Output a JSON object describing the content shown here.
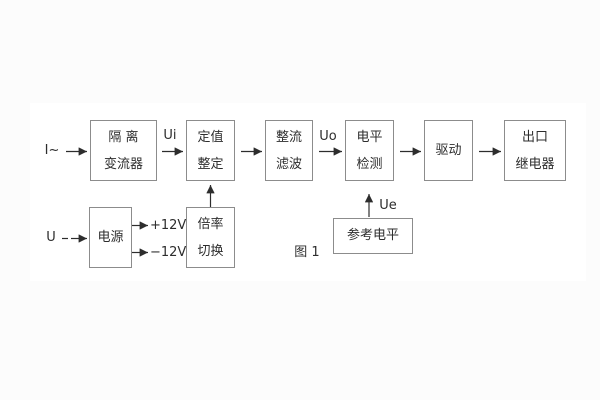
{
  "figure": {
    "caption": "图 1",
    "background": "#fcfcfc",
    "canvas_bg": "#ffffff",
    "line_color": "#333333",
    "border_color": "#8c8c8c"
  },
  "inputs": {
    "current": "I~",
    "voltage": "U"
  },
  "signals": {
    "ui": "Ui",
    "uo": "Uo",
    "ue": "Ue",
    "plus12": "+12V",
    "minus12": "−12V"
  },
  "blocks": {
    "isolation_transformer": {
      "line1": "隔 离",
      "line2": "变流器"
    },
    "setpoint": {
      "line1": "定值",
      "line2": "整定"
    },
    "rectifier_filter": {
      "line1": "整流",
      "line2": "滤波"
    },
    "level_detector": {
      "line1": "电平",
      "line2": "检测"
    },
    "driver": {
      "line1": "驱动"
    },
    "output_relay": {
      "line1": "出口",
      "line2": "继电器"
    },
    "power_supply": {
      "line1": "电源"
    },
    "ratio_switch": {
      "line1": "倍率",
      "line2": "切换"
    },
    "reference_level": {
      "line1": "参考电平"
    }
  }
}
